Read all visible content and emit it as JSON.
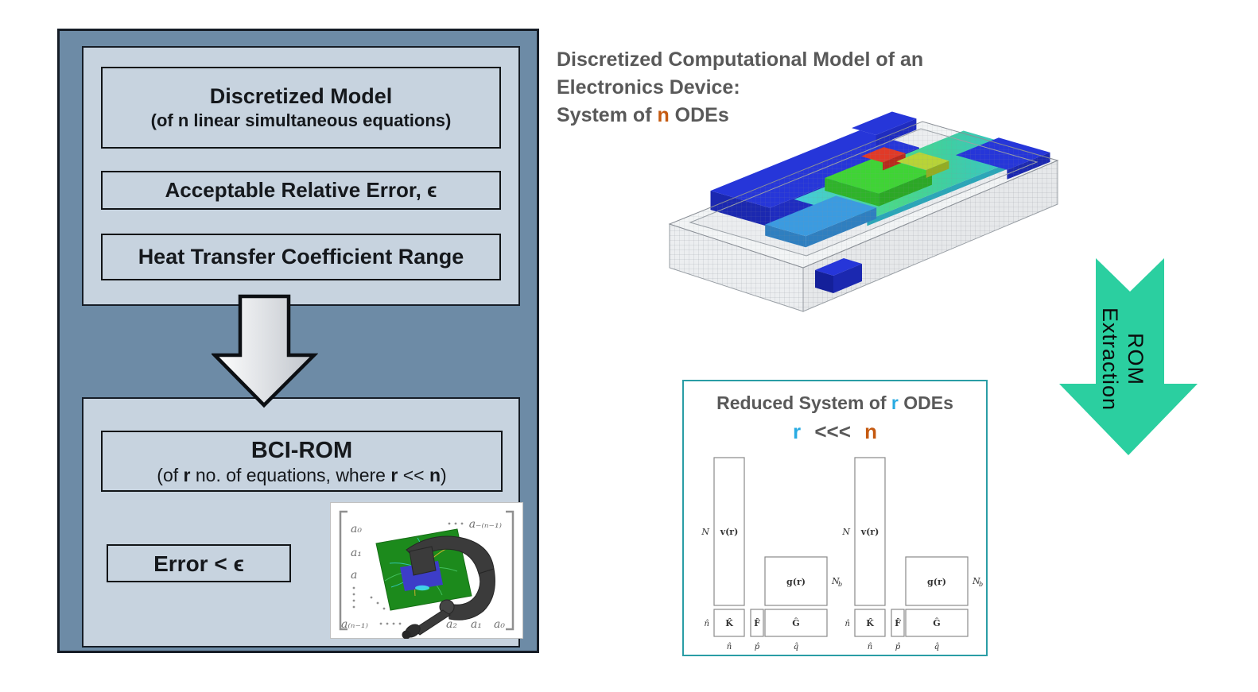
{
  "left_panel": {
    "discretized_box": {
      "title": "Discretized Model",
      "subtitle": "(of n linear simultaneous equations)"
    },
    "relative_error_box": "Acceptable Relative Error, ϵ",
    "htc_box": "Heat Transfer Coefficient Range",
    "bcirom_box": {
      "title": "BCI-ROM",
      "sub_p1": "(of ",
      "sub_b1": "r",
      "sub_p2": " no. of equations, where ",
      "sub_b2": "r",
      "sub_p3": " << ",
      "sub_b3": "n",
      "sub_p4": ")"
    },
    "error_box": "Error < ϵ",
    "clamp_figure": {
      "a0_left": "a₀",
      "a1_left": "a₁",
      "a_left": "a",
      "top_right": "a₋₍ₙ₋₁₎",
      "bottom_left": "a₍ₙ₋₁₎",
      "b2": "a₂",
      "b1": "a₁",
      "b0": "a₀"
    }
  },
  "right_title": {
    "line1": "Discretized Computational Model of an",
    "line2": "Electronics Device:",
    "line3_prefix": "System of ",
    "line3_n": "n",
    "line3_suffix": " ODEs"
  },
  "rom_arrow": {
    "label_line1": "ROM",
    "label_line2": "Extraction"
  },
  "reduced_panel": {
    "title_prefix": "Reduced System of ",
    "title_r": "r",
    "title_suffix": " ODEs",
    "rel_r": "r",
    "rel_op": "<<<",
    "rel_n": "n",
    "matrix": {
      "N": "N",
      "v": "v(r)",
      "g": "g(r)",
      "Nb_main": "N",
      "Nb_sub": "b",
      "n_hat": "n̂",
      "K_hat": "K̂",
      "F_hat": "F̂",
      "G_hat": "Ĝ",
      "p_hat": "p̂",
      "q_hat": "q̂"
    }
  },
  "colors": {
    "outer_panel_bg": "#6D8BA6",
    "inner_panel_bg": "#C7D3DF",
    "rom_arrow_teal": "#2BCFA0",
    "title_gray": "#595959",
    "accent_orange": "#C55A11",
    "accent_cyan": "#29ABE2",
    "reduced_border_teal": "#2A9DA5",
    "device_battery_blue": "#2636D9",
    "device_pcb_cyan": "#44CBE0",
    "device_chip_green": "#3FD435",
    "device_chip_red": "#E03A28"
  }
}
